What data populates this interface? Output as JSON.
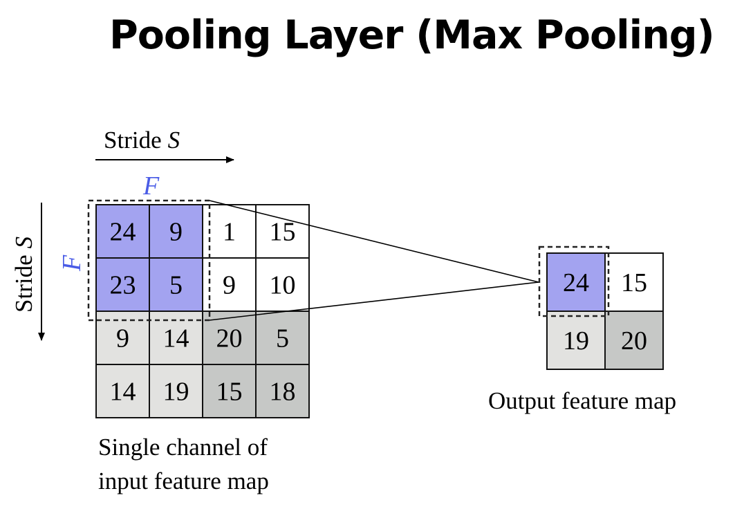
{
  "title": "Pooling Layer (Max Pooling)",
  "stride_label": "Stride",
  "stride_var": "S",
  "filter_var": "F",
  "input": {
    "caption_line1": "Single channel of",
    "caption_line2": "input feature map",
    "cells": [
      [
        "24",
        "9",
        "1",
        "15"
      ],
      [
        "23",
        "5",
        "9",
        "10"
      ],
      [
        "9",
        "14",
        "20",
        "5"
      ],
      [
        "14",
        "19",
        "15",
        "18"
      ]
    ],
    "shading": [
      [
        "blue",
        "blue",
        "white",
        "white"
      ],
      [
        "blue",
        "blue",
        "white",
        "white"
      ],
      [
        "light",
        "light",
        "dark",
        "dark"
      ],
      [
        "light",
        "light",
        "dark",
        "dark"
      ]
    ]
  },
  "output": {
    "caption": "Output feature map",
    "cells": [
      [
        "24",
        "15"
      ],
      [
        "19",
        "20"
      ]
    ],
    "shading": [
      [
        "blue",
        "white"
      ],
      [
        "light",
        "dark"
      ]
    ]
  },
  "colors": {
    "blue": "#a3a3f0",
    "white": "#ffffff",
    "light": "#e2e2e0",
    "dark": "#c6c8c6",
    "accent": "#4a5ce6"
  }
}
